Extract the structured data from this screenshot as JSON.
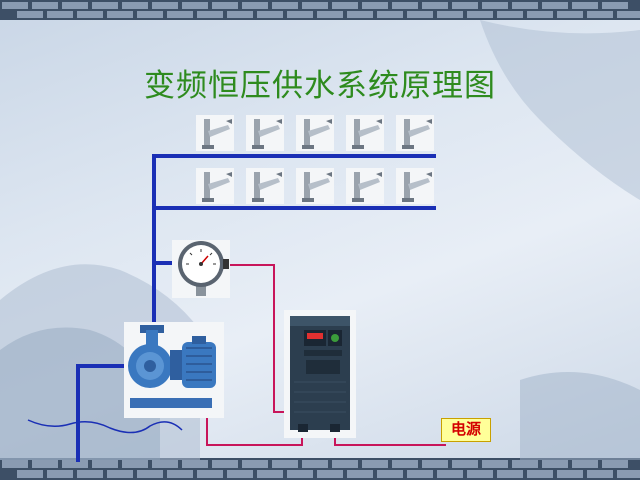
{
  "slide": {
    "title": "变频恒压供水系统原理图",
    "power_label": "电源",
    "colors": {
      "title": "#2e8b1e",
      "water_pipe": "#1a2fb5",
      "electric_wire": "#c8155a",
      "power_label_bg": "#ffff99",
      "power_label_text": "#d40000"
    },
    "components": {
      "faucets_upper_row": 5,
      "faucets_lower_row": 5,
      "pressure_gauge": "pressure-gauge-icon",
      "pump": "water-pump-icon",
      "inverter": "frequency-inverter-icon"
    }
  }
}
